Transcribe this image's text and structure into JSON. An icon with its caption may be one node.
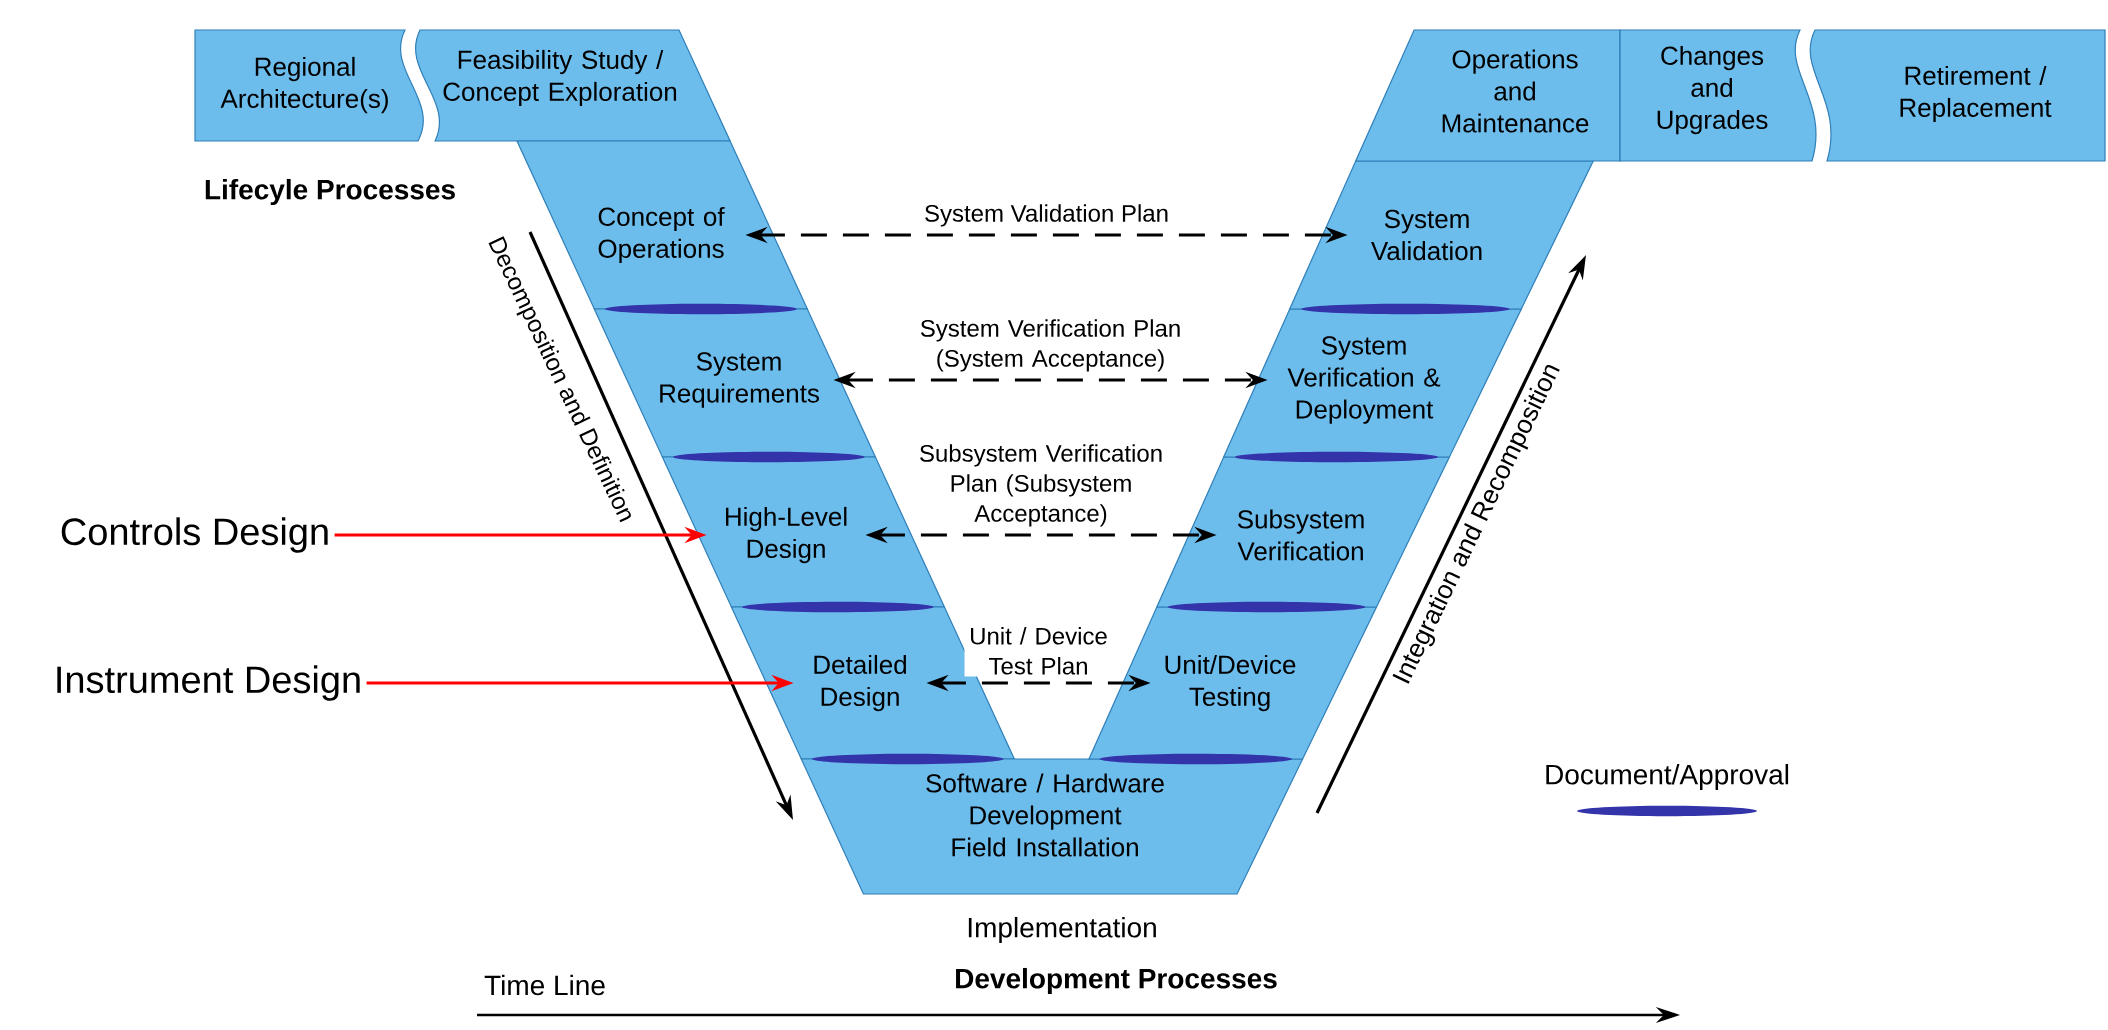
{
  "diagram": {
    "nodes": [
      {
        "text": [
          "Regional Architecture(s)"
        ]
      },
      {
        "text": [
          "Feasibility Study / Concept Exploration"
        ]
      },
      {
        "text": [
          "Concept of Operations"
        ]
      },
      {
        "text": [
          "System Requirements"
        ]
      },
      {
        "text": [
          "High-Level Design"
        ]
      },
      {
        "text": [
          "Detailed Design"
        ]
      },
      {
        "text": [
          "Software / Hardware Development",
          "Field Installation"
        ],
        "beside": [
          "Implementation"
        ]
      },
      {
        "text": [
          "Unit/Device Testing"
        ]
      },
      {
        "text": [
          "Subsystem Verification"
        ]
      },
      {
        "text": [
          "System Verification & Deployment"
        ]
      },
      {
        "text": [
          "System Validation"
        ]
      },
      {
        "text": [
          "Operations and Maintenance"
        ]
      },
      {
        "text": [
          "Changes and Upgrades"
        ]
      },
      {
        "text": [
          "Retirement / Replacement"
        ]
      },
      {
        "text": [
          "Controls Design"
        ]
      },
      {
        "text": [
          "Instrument Design"
        ]
      }
    ],
    "edges": [
      {
        "from": 2,
        "to": 10,
        "arrow": "both",
        "style": "dashed",
        "label": "System Validation Plan"
      },
      {
        "from": 3,
        "to": 9,
        "arrow": "both",
        "style": "dashed",
        "label": "System Verification Plan (System Acceptance)"
      },
      {
        "from": 4,
        "to": 8,
        "arrow": "both",
        "style": "dashed",
        "label": "Subsystem Verification Plan (Subsystem Acceptance)"
      },
      {
        "from": 5,
        "to": 7,
        "arrow": "both",
        "style": "dashed",
        "label": "Unit / Device Test Plan"
      },
      {
        "from": 14,
        "to": 4,
        "arrow": "to",
        "color": "#ff0000"
      },
      {
        "from": 15,
        "to": 5,
        "arrow": "to",
        "color": "#ff0000"
      }
    ],
    "labels": [
      "Lifecyle Processes",
      "Decomposition and Definition",
      "Integration and Recomposition",
      "Development Processes",
      "Time Line"
    ],
    "legend": [
      {
        "text": "Document/Approval",
        "color": "#3333aa"
      }
    ]
  }
}
